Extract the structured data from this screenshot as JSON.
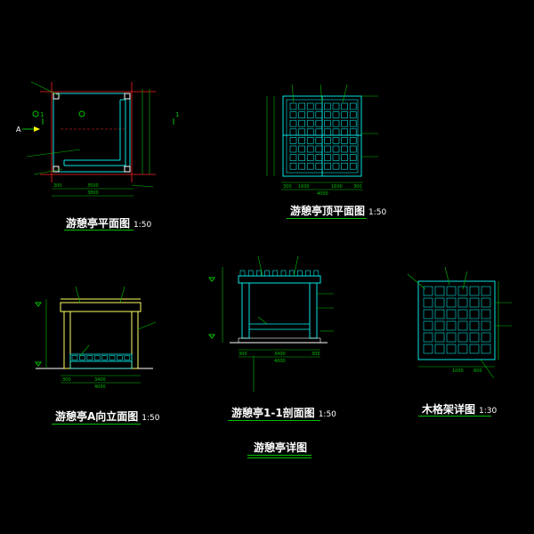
{
  "drawing": {
    "sheet_title": "游憩亭详图",
    "background": "#000000",
    "colors": {
      "wood": "#00e5e5",
      "dimension": "#00c000",
      "axis": "#ff2020",
      "text": "#ffffff",
      "leader": "#00c000"
    }
  },
  "views": {
    "plan": {
      "title": "游憩亭平面图",
      "scale": "1:50",
      "section_mark": "1",
      "view_mark": "A",
      "dims": [
        "3500",
        "300",
        "3800"
      ]
    },
    "roof": {
      "title": "游憩亭顶平面图",
      "scale": "1:50",
      "dims": [
        "300",
        "1600",
        "1600",
        "300",
        "4000"
      ]
    },
    "elevation": {
      "title": "游憩亭A向立面图",
      "scale": "1:50",
      "dims": [
        "3400",
        "300",
        "4000"
      ]
    },
    "section": {
      "title": "游憩亭1-1剖面图",
      "scale": "1:50",
      "dims": [
        "300",
        "3400",
        "300",
        "4000"
      ]
    },
    "detail": {
      "title": "木格架详图",
      "scale": "1:30",
      "dims": [
        "600",
        "1000"
      ]
    }
  }
}
